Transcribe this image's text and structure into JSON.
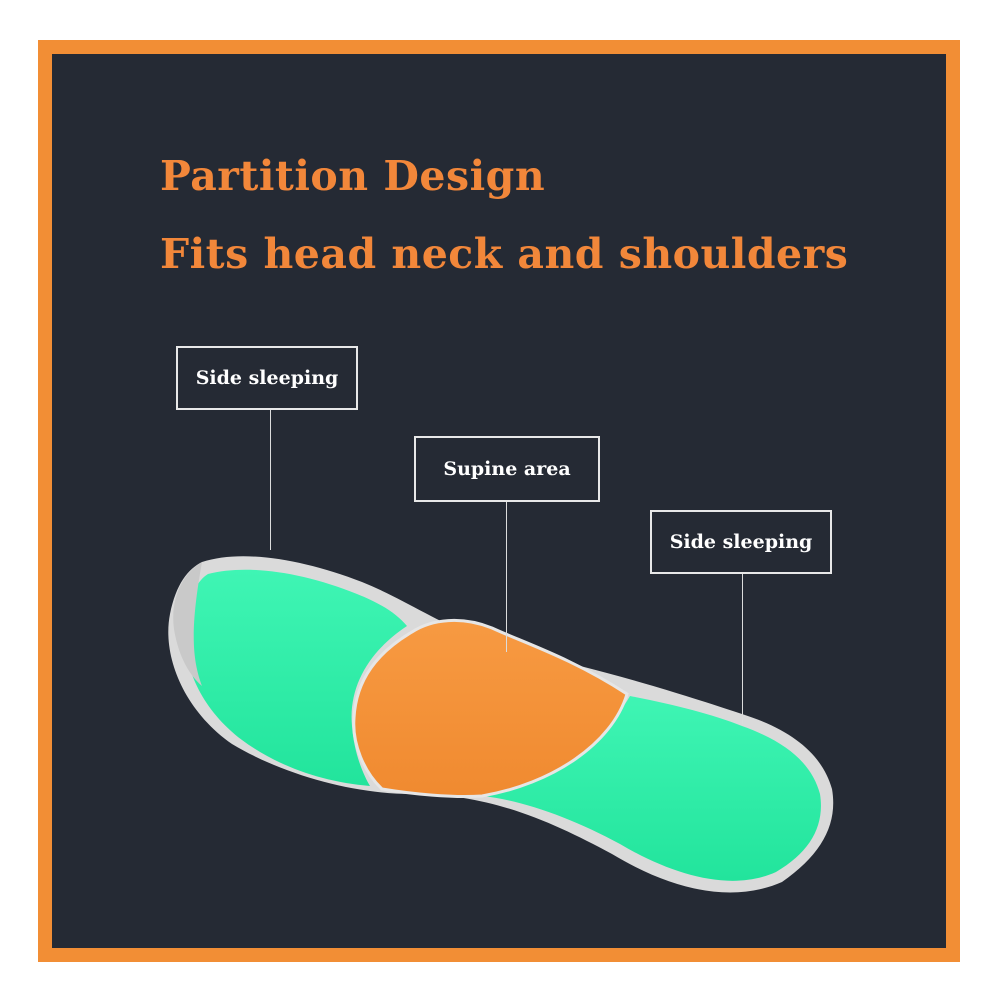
{
  "headline": {
    "line1": "Partition Design",
    "line2": "Fits head neck and shoulders"
  },
  "callouts": [
    {
      "label": "Side sleeping"
    },
    {
      "label": "Supine area"
    },
    {
      "label": "Side sleeping"
    }
  ],
  "colors": {
    "frame": "#f28e35",
    "background": "#252a34",
    "headline_text": "#f2873a",
    "side_zone": "#2ff0a8",
    "supine_zone": "#f4923a",
    "pillow_edge": "#d8d8d8"
  }
}
